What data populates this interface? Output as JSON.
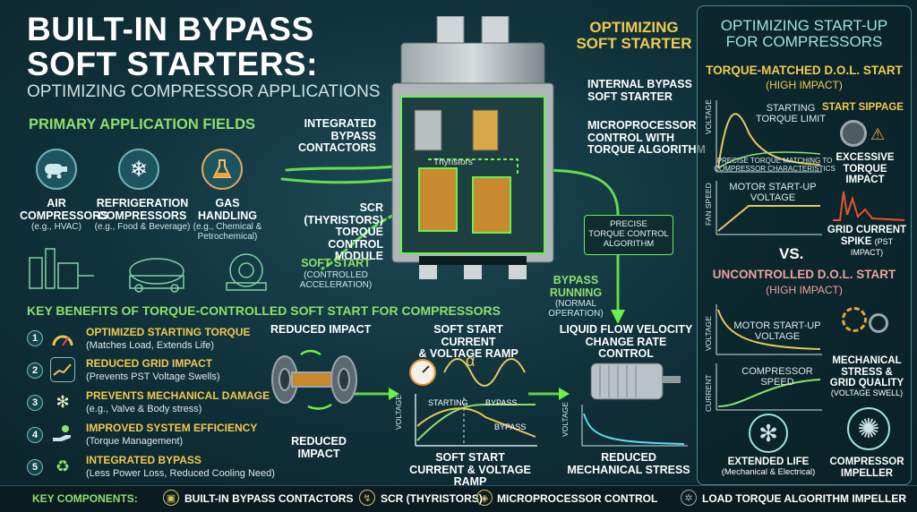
{
  "header": {
    "title_line1": "BUILT-IN BYPASS",
    "title_line2": "SOFT STARTERS:",
    "subtitle": "OPTIMIZING COMPRESSOR APPLICATIONS"
  },
  "applications": {
    "heading": "PRIMARY APPLICATION FIELDS",
    "items": [
      {
        "name_l1": "AIR",
        "name_l2": "COMPRESSORS",
        "detail": "(e.g., HVAC)",
        "icon": "air-compressor-icon"
      },
      {
        "name_l1": "REFRIGERATION",
        "name_l2": "COMPRESSORS",
        "detail": "(e.g., Food & Beverage)",
        "icon": "snowflake-icon"
      },
      {
        "name_l1": "GAS HANDLING",
        "name_l2": "",
        "detail": "(e.g., Chemical & Petrochemical)",
        "icon": "flask-icon"
      }
    ]
  },
  "device_callouts": {
    "integrated_bypass": "INTEGRATED BYPASS CONTACTORS",
    "scr_module_l1": "SCR (THYRISTORS)",
    "scr_module_l2": "TORQUE CONTROL",
    "scr_module_l3": "MODULE",
    "thyristors_label": "Thyristors",
    "soft_start": "SOFT START",
    "soft_start_detail": "(CONTROLLED ACCELERATION)",
    "optimizing_l1": "OPTIMIZING",
    "optimizing_l2": "SOFT STARTER",
    "internal_bypass_l1": "INTERNAL BYPASS",
    "internal_bypass_l2": "SOFT STARTER",
    "microprocessor_l1": "MICROPROCESSOR",
    "microprocessor_l2": "CONTROL WITH",
    "microprocessor_l3": "TORQUE ALGORITHM",
    "precise_l1": "PRECISE",
    "precise_l2": "TORQUE CONTROL",
    "precise_l3": "ALGORITHM",
    "bypass_running": "BYPASS RUNNING",
    "bypass_running_detail": "(NORMAL OPERATION)"
  },
  "benefits": {
    "heading": "KEY BENEFITS OF TORQUE-CONTROLLED SOFT START FOR COMPRESSORS",
    "items": [
      {
        "num": "1",
        "title": "OPTIMIZED STARTING TORQUE",
        "detail": "(Matches Load, Extends Life)",
        "icon": "gauge-icon"
      },
      {
        "num": "2",
        "title": "REDUCED GRID IMPACT",
        "detail": "(Prevents PST Voltage Swells)",
        "icon": "chart-icon"
      },
      {
        "num": "3",
        "title": "PREVENTS MECHANICAL DAMAGE",
        "detail": "(e.g., Valve & Body stress)",
        "icon": "fan-icon"
      },
      {
        "num": "4",
        "title": "IMPROVED SYSTEM EFFICIENCY",
        "detail": "(Torque Management)",
        "icon": "hand-leaf-icon"
      },
      {
        "num": "5",
        "title": "INTEGRATED BYPASS",
        "detail": "(Less Power Loss, Reduced Cooling Need)",
        "icon": "recycle-icon"
      }
    ]
  },
  "process": {
    "reduced_impact_top": "REDUCED IMPACT",
    "reduced_impact_bottom_l1": "REDUCED",
    "reduced_impact_bottom_l2": "IMPACT",
    "ramp_title_l1": "SOFT START CURRENT",
    "ramp_title_l2": "& VOLTAGE RAMP",
    "ramp_bottom_l1": "SOFT START",
    "ramp_bottom_l2": "CURRENT & VOLTAGE RAMP",
    "alpha": "α",
    "starting": "STARTING",
    "bypass": "BYPASS",
    "voltage_axis": "VOLTAGE",
    "liquid_l1": "LIQUID FLOW VELOCITY",
    "liquid_l2": "CHANGE RATE CONTROL",
    "mech_l1": "REDUCED",
    "mech_l2": "MECHANICAL STRESS",
    "volt_axis2": "VOLTAGE"
  },
  "right_panel": {
    "heading_l1": "OPTIMIZING START-UP",
    "heading_l2": "FOR COMPRESSORS",
    "tm_title": "TORQUE-MATCHED D.O.L. START",
    "tm_sub": "(HIGH IMPACT)",
    "voltage": "VOLTAGE",
    "starting_limit_l1": "STARTING",
    "starting_limit_l2": "TORQUE LIMIT",
    "start_slippage": "START SIPPAGE",
    "precise_matching_l1": "PRECISE TORQUE MATCHING TO",
    "precise_matching_l2": "COMPRESSOR CHARACTERISTICS",
    "excessive_l1": "EXCESSIVE",
    "excessive_l2": "TORQUE IMPACT",
    "fan_speed": "FAN SPEED",
    "motor_startup_l1": "MOTOR START-UP",
    "motor_startup_l2": "VOLTAGE",
    "grid_spike_l1": "GRID CURRENT",
    "grid_spike_l2": "SPIKE",
    "grid_spike_detail": "(PST IMPACT)",
    "vs": "VS.",
    "unc_title": "UNCONTROLLED D.O.L. START",
    "unc_sub": "(HIGH IMPACT)",
    "voltage2": "VOLTAGE",
    "motor_startup2_l1": "MOTOR START-UP",
    "motor_startup2_l2": "VOLTAGE",
    "mech_grid_l1": "MECHANICAL",
    "mech_grid_l2": "STRESS &",
    "mech_grid_l3": "GRID QUALITY",
    "mech_grid_detail": "(VOLTAGE SWELL)",
    "current": "CURRENT",
    "comp_speed_l1": "COMPRESSOR",
    "comp_speed_l2": "SPEED",
    "extended_life": "EXTENDED LIFE",
    "extended_life_detail": "(Mechanical & Electrical)",
    "impeller_l1": "COMPRESSOR",
    "impeller_l2": "IMPELLER"
  },
  "footer": {
    "label": "KEY COMPONENTS:",
    "items": [
      "BUILT-IN BYPASS CONTACTORS",
      "SCR (THYRISTORS)",
      "MICROPROCESSOR CONTROL",
      "LOAD TORQUE ALGORITHM IMPELLER"
    ]
  },
  "colors": {
    "accent_yellow": "#f2c94c",
    "accent_green": "#8ee06b",
    "energy_green": "#6cf04a",
    "background": "#10323b"
  }
}
